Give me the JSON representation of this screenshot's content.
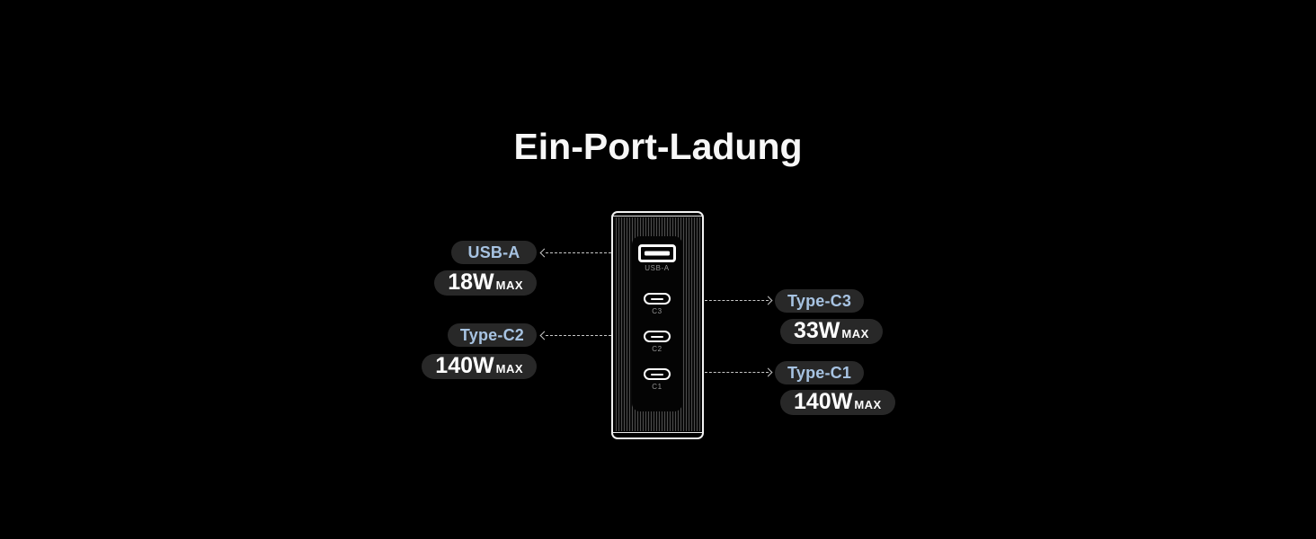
{
  "title": "Ein-Port-Ladung",
  "charger": {
    "ports": {
      "usb_a": "USB-A",
      "c3": "C3",
      "c2": "C2",
      "c1": "C1"
    }
  },
  "callouts": {
    "usb_a": {
      "name": "USB-A",
      "watt": "18W",
      "unit": "MAX"
    },
    "type_c2": {
      "name": "Type-C2",
      "watt": "140W",
      "unit": "MAX"
    },
    "type_c3": {
      "name": "Type-C3",
      "watt": "33W",
      "unit": "MAX"
    },
    "type_c1": {
      "name": "Type-C1",
      "watt": "140W",
      "unit": "MAX"
    }
  },
  "colors": {
    "background": "#000000",
    "title_text": "#f7f7f7",
    "pill_background": "#282828",
    "port_name_text": "#a7c3e2",
    "watt_text": "#ffffff",
    "arrow": "#c6c6c6",
    "charger_outline": "#f2f2f2",
    "port_label_text": "#969696"
  }
}
